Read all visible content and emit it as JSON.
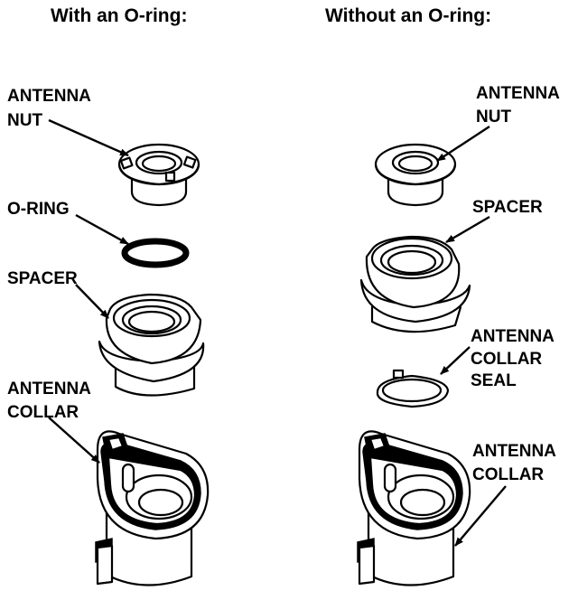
{
  "headings": {
    "left": "With an O-ring:",
    "right": "Without an O-ring:"
  },
  "left_labels": {
    "antenna_nut_1": "ANTENNA",
    "antenna_nut_2": "NUT",
    "o_ring": "O-RING",
    "spacer": "SPACER",
    "antenna_collar_1": "ANTENNA",
    "antenna_collar_2": "COLLAR"
  },
  "right_labels": {
    "antenna_nut_1": "ANTENNA",
    "antenna_nut_2": "NUT",
    "spacer": "SPACER",
    "collar_seal_1": "ANTENNA",
    "collar_seal_2": "COLLAR",
    "collar_seal_3": "SEAL",
    "antenna_collar_1": "ANTENNA",
    "antenna_collar_2": "COLLAR"
  },
  "colors": {
    "ink": "#000000",
    "paper": "#ffffff"
  }
}
